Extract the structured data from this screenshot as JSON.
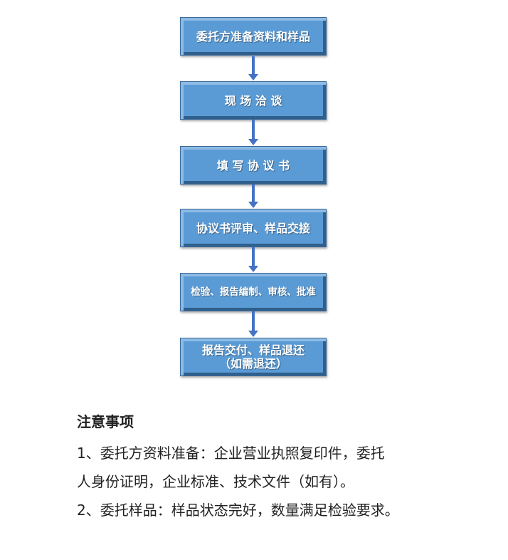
{
  "flow": {
    "steps": [
      {
        "label": "委托方准备资料和样品"
      },
      {
        "label": "现 场 洽 谈"
      },
      {
        "label": "填 写 协 议 书"
      },
      {
        "label": "协议书评审、样品交接"
      },
      {
        "label": "检验、报告编制、审核、批准"
      },
      {
        "label": "报告交付、样品退还",
        "sublabel": "（如需退还）"
      }
    ],
    "colors": {
      "box": "#5b9bd5",
      "arrow": "#4472c4"
    }
  },
  "notes": {
    "title": "注意事项",
    "lines": [
      "1、委托方资料准备：企业营业执照复印件，委托",
      "人身份证明，企业标准、技术文件（如有）。",
      "2、委托样品：样品状态完好，数量满足检验要求。"
    ]
  }
}
